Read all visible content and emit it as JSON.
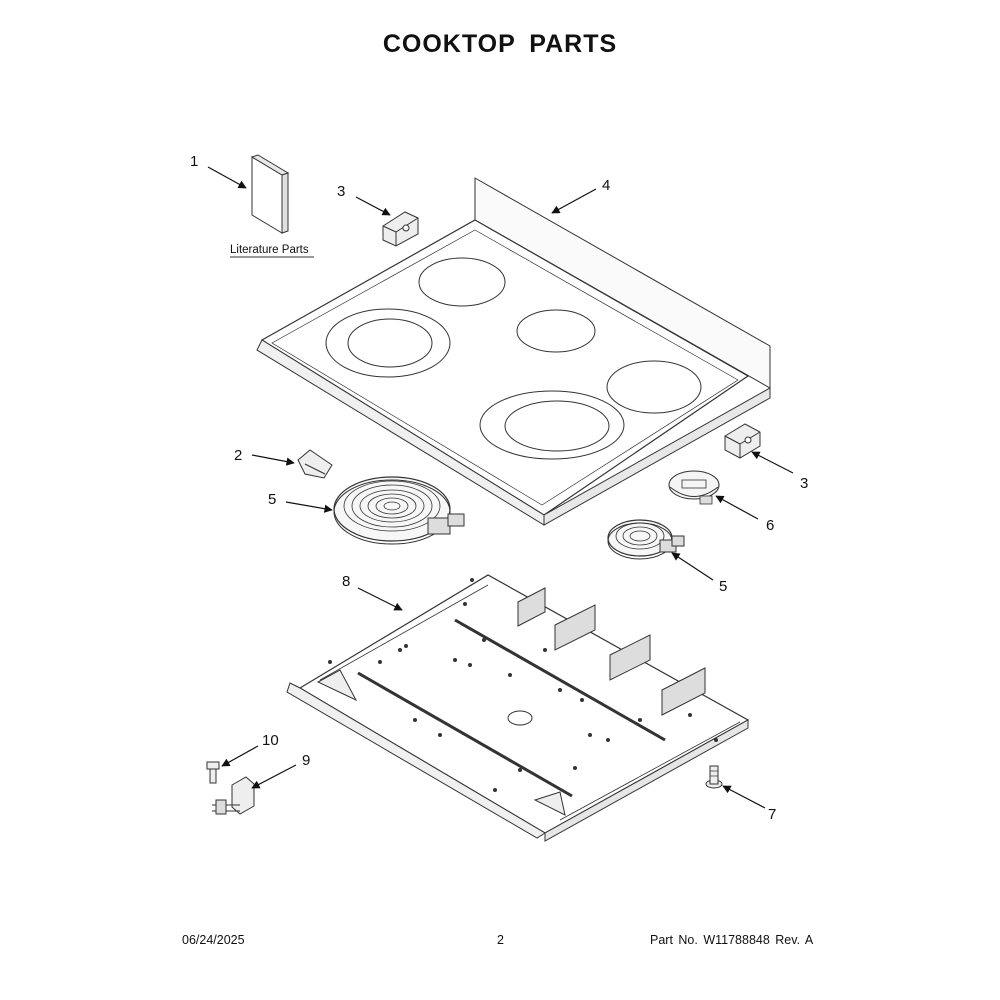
{
  "title": "COOKTOP PARTS",
  "callouts": [
    "1",
    "2",
    "3",
    "3",
    "4",
    "5",
    "5",
    "6",
    "7",
    "8",
    "9",
    "10"
  ],
  "literature_label": "Literature Parts",
  "footer": {
    "date": "06/24/2025",
    "page": "2",
    "part": "Part No.  W11788848  Rev.  A"
  }
}
